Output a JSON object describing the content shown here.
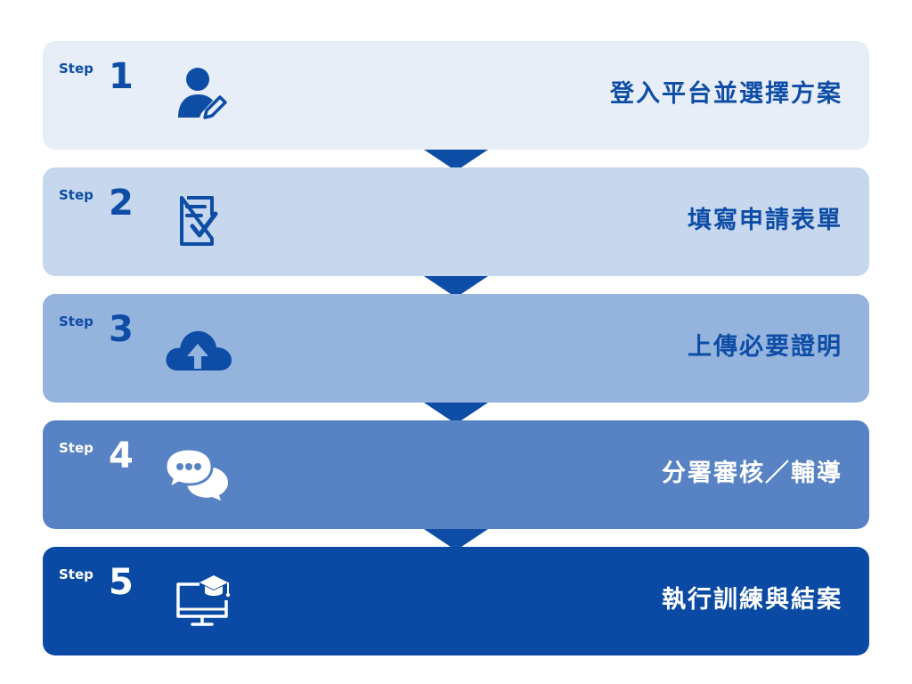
{
  "colors": {
    "primary": "#0e4da6",
    "step_backgrounds": [
      "#e8eef8",
      "#c6d7ee",
      "#94b3dd",
      "#5782c4",
      "#0a4aa4"
    ],
    "text_dark": "#0e4da6",
    "text_light": "#ffffff"
  },
  "steps": [
    {
      "step_word": "Step",
      "number": "1",
      "label": "登入平台並選擇方案",
      "icon": "user-edit-icon"
    },
    {
      "step_word": "Step",
      "number": "2",
      "label": "填寫申請表單",
      "icon": "form-check-icon"
    },
    {
      "step_word": "Step",
      "number": "3",
      "label": "上傳必要證明",
      "icon": "cloud-upload-icon"
    },
    {
      "step_word": "Step",
      "number": "4",
      "label": "分署審核／輔導",
      "icon": "chat-bubbles-icon"
    },
    {
      "step_word": "Step",
      "number": "5",
      "label": "執行訓練與結案",
      "icon": "online-learning-icon"
    }
  ]
}
